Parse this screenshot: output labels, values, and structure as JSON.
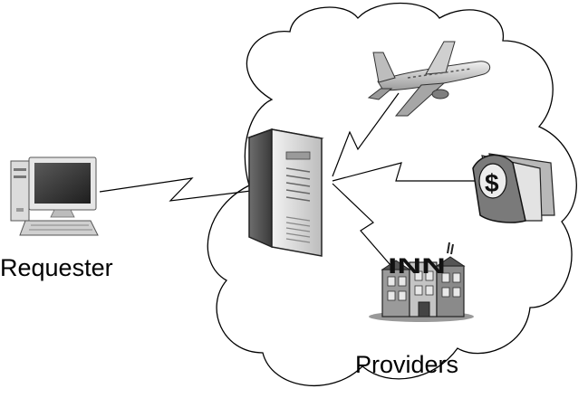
{
  "labels": {
    "requester": "Requester",
    "providers": "Providers",
    "inn_sign": "INN"
  },
  "icons": {
    "requester": "desktop-computer-icon",
    "server": "server-tower-icon",
    "airline_provider": "airplane-icon",
    "payment_provider": "money-dollar-icon",
    "hotel_provider": "hotel-inn-building-icon"
  },
  "colors": {
    "line": "#000000",
    "background": "#ffffff",
    "icon_dark": "#2e2e2e",
    "icon_mid": "#8c8c8c",
    "icon_light": "#d8d8d8"
  }
}
